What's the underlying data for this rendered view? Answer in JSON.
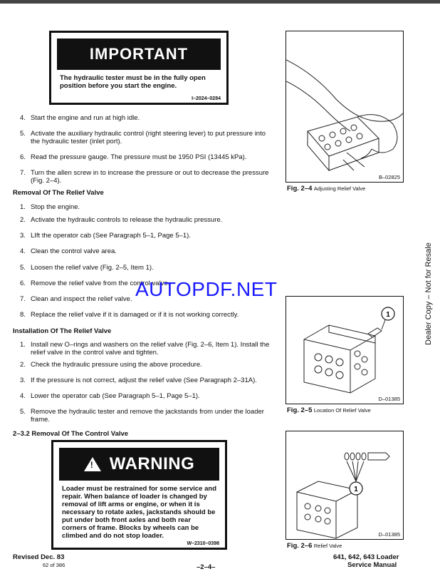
{
  "important": {
    "title": "IMPORTANT",
    "text": "The hydraulic tester must be in the fully open position before you start the engine.",
    "code": "I–2024–0284"
  },
  "steps_a": [
    {
      "n": "4.",
      "t": "Start the engine and run at high idle."
    },
    {
      "n": "5.",
      "t": "Activate the auxiliary hydraulic control (right steering lever) to put pressure into the hydraulic tester (inlet port)."
    },
    {
      "n": "6.",
      "t": "Read the pressure gauge. The pressure must be 1950 PSI (13445 kPa)."
    },
    {
      "n": "7.",
      "t": "Turn the allen screw in to increase the pressure or out to decrease the pressure (Fig. 2–4)."
    }
  ],
  "removal": {
    "heading": "Removal Of The Relief Valve",
    "steps": [
      {
        "n": "1.",
        "t": "Stop the engine."
      },
      {
        "n": "2.",
        "t": "Activate the hydraulic controls to release the hydraulic pressure."
      },
      {
        "n": "3.",
        "t": "LIft the operator cab (See Paragraph 5–1, Page 5–1)."
      },
      {
        "n": "4.",
        "t": "Clean the control valve area."
      },
      {
        "n": "5.",
        "t": "Loosen the relief valve (Fig. 2–5, Item 1)."
      },
      {
        "n": "6.",
        "t": "Remove the relief valve from the control valve."
      },
      {
        "n": "7.",
        "t": "Clean and inspect the relief valve."
      },
      {
        "n": "8.",
        "t": "Replace the relief valve if it is damaged or if it is not working correctly."
      }
    ]
  },
  "installation": {
    "heading": "Installation Of The Relief Valve",
    "steps": [
      {
        "n": "1.",
        "t": "Install new O–rings and washers on the relief valve (Fig. 2–6, Item 1). Install the relief valve in the control valve and tighten."
      },
      {
        "n": "2.",
        "t": "Check the hydraulic pressure using the above procedure."
      },
      {
        "n": "3.",
        "t": "If the pressure is not correct, adjust the relief valve (See Paragraph 2–31A)."
      },
      {
        "n": "4.",
        "t": "Lower the operator cab (See Paragraph 5–1, Page 5–1)."
      },
      {
        "n": "5.",
        "t": "Remove the hydraulic tester and remove the jackstands from under the loader frame."
      }
    ]
  },
  "section": "2–3.2 Removal Of The Control Valve",
  "warning": {
    "title": "WARNING",
    "text": "Loader must be restrained for some service and repair. When balance of loader is changed by removal of lift arms or engine, or when it is necessary to rotate axles, jackstands should be put under both front axles and both rear corners of frame. Blocks by wheels can be climbed and do not stop loader.",
    "code": "W–2310–0398"
  },
  "figures": [
    {
      "code": "B–02825",
      "num": "Fig. 2–4",
      "label": "Adjusting Relief Valve"
    },
    {
      "code": "D–01385",
      "num": "Fig. 2–5",
      "label": "Location Of Relief Valve",
      "callout": "1"
    },
    {
      "code": "D–01385",
      "num": "Fig. 2–6",
      "label": "Relief Valve",
      "callout": "1"
    }
  ],
  "watermark": "AUTOPDF.NET",
  "side_text": "Dealer Copy – Not for Resale",
  "footer": {
    "revised": "Revised Dec. 83",
    "page_count": "62 of 386",
    "page_num": "–2–4–",
    "model": "641, 642, 643 Loader",
    "manual": "Service Manual"
  }
}
